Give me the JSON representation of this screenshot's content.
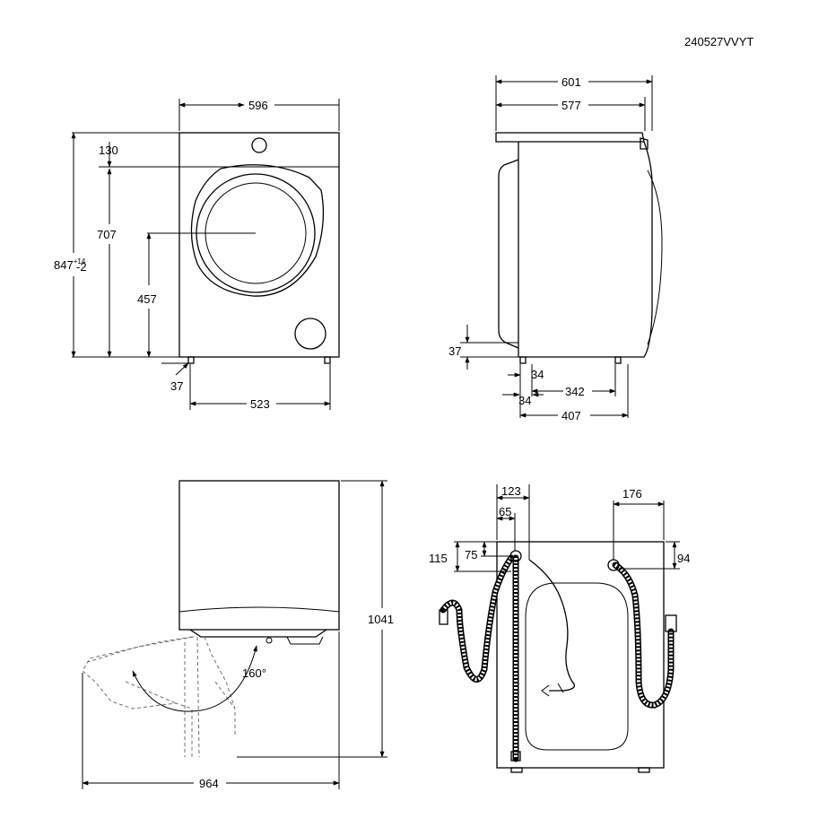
{
  "model_code": "240527VVYT",
  "front_view": {
    "width_total": "596",
    "top_to_door_center": "130",
    "floor_to_door_center": "707",
    "height_base": "847",
    "height_tol_plus": "+14",
    "height_tol_minus": "-2",
    "floor_to_door_bottom": "457",
    "foot_offset": "37",
    "foot_span": "523"
  },
  "side_view": {
    "depth_total": "601",
    "depth_body": "577",
    "foot_height": "37",
    "front_foot_inset": "34",
    "foot_depth": "34",
    "foot_spacing": "342",
    "overall_foot_depth": "407"
  },
  "top_view": {
    "door_open_depth": "1041",
    "door_open_width": "964",
    "door_angle": "160°"
  },
  "rear_view": {
    "drain_offset_x": "123",
    "drain_inner_x": "65",
    "drain_top_y": "115",
    "drain_inner_y": "75",
    "inlet_offset_x": "176",
    "inlet_top_y": "94"
  }
}
